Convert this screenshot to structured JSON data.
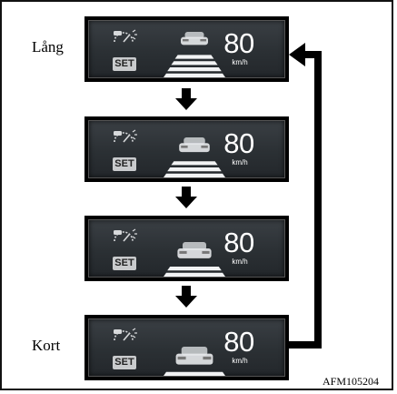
{
  "labels": {
    "long": "Lång",
    "short": "Kort"
  },
  "panels": [
    {
      "set": "SET",
      "speed": "80",
      "unit": "km/h",
      "following_distance": "long",
      "distance_bars": 4
    },
    {
      "set": "SET",
      "speed": "80",
      "unit": "km/h",
      "following_distance": "medium-long",
      "distance_bars": 3
    },
    {
      "set": "SET",
      "speed": "80",
      "unit": "km/h",
      "following_distance": "medium-short",
      "distance_bars": 2
    },
    {
      "set": "SET",
      "speed": "80",
      "unit": "km/h",
      "following_distance": "short",
      "distance_bars": 1
    }
  ],
  "figure_code": "AFM105204",
  "colors": {
    "panel_bg": "#2b3034",
    "text": "#ffffff",
    "arrow": "#000000"
  },
  "icons": {
    "gauge": "cruise-gauge-icon",
    "car": "preceding-vehicle-icon"
  }
}
